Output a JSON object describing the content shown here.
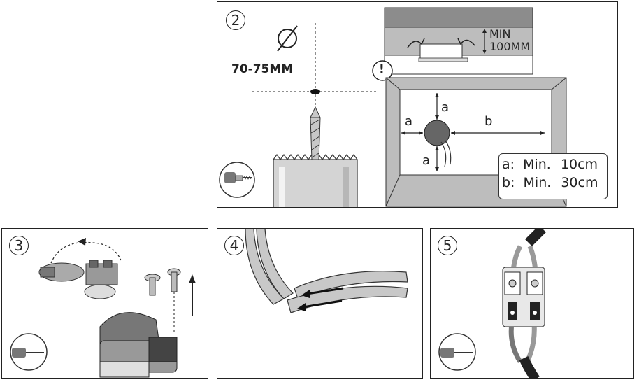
{
  "panels": [
    {
      "id": "step2",
      "step": "2"
    },
    {
      "id": "step3",
      "step": "3"
    },
    {
      "id": "step4",
      "step": "4"
    },
    {
      "id": "step5",
      "step": "5"
    }
  ],
  "step2": {
    "hole_size": "70-75MM",
    "clearance_label_line1": "MIN",
    "clearance_label_line2": "100MM",
    "warning_symbol": "!",
    "dim_a": "a",
    "dim_b": "b",
    "legend": {
      "a_key": "a:",
      "a_text": "Min.",
      "a_value": "10cm",
      "b_key": "b:",
      "b_text": "Min.",
      "b_value": "30cm"
    }
  },
  "icons": [
    "diameter-icon",
    "drill-tool-icon",
    "screwdriver-icon",
    "warning-icon",
    "arrow-up-icon"
  ]
}
